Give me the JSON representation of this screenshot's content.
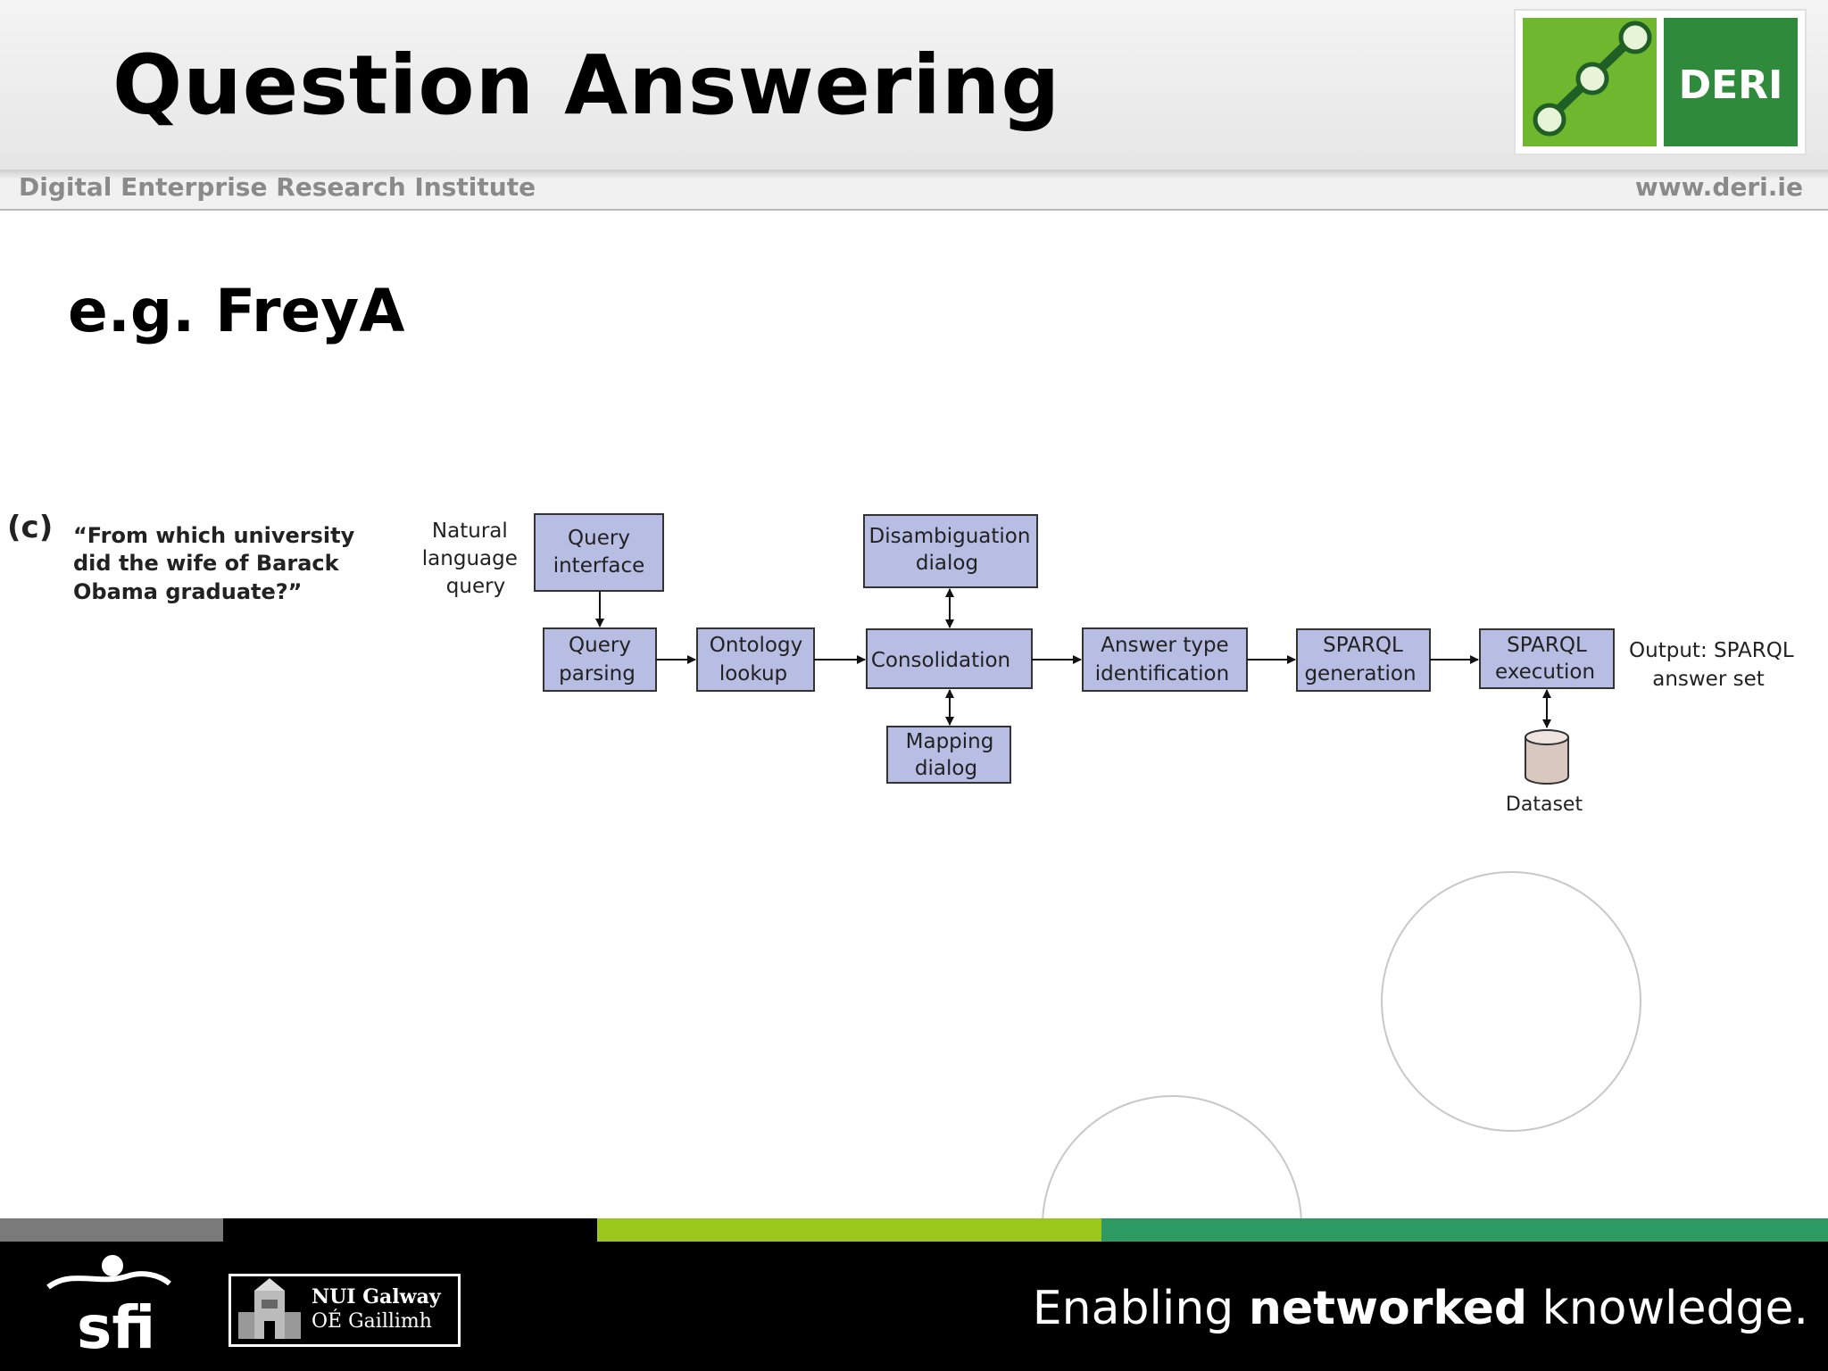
{
  "header": {
    "title": "Question Answering",
    "institute": "Digital Enterprise Research Institute",
    "url": "www.deri.ie",
    "logo_text": "DERI"
  },
  "slide": {
    "heading": "e.g. FreyA"
  },
  "diagram": {
    "label": "(c)",
    "question": [
      "“From which university",
      "did the wife of Barack",
      "Obama graduate?”"
    ],
    "input_label": [
      "Natural",
      "language",
      "query"
    ],
    "nodes": [
      {
        "id": "query-interface",
        "lines": [
          "Query",
          "interface"
        ]
      },
      {
        "id": "query-parsing",
        "lines": [
          "Query",
          "parsing"
        ]
      },
      {
        "id": "ontology-lookup",
        "lines": [
          "Ontology",
          "lookup"
        ]
      },
      {
        "id": "consolidation",
        "lines": [
          "Consolidation"
        ]
      },
      {
        "id": "disambiguation-dialog",
        "lines": [
          "Disambiguation",
          "dialog"
        ]
      },
      {
        "id": "mapping-dialog",
        "lines": [
          "Mapping",
          "dialog"
        ]
      },
      {
        "id": "answer-type-identification",
        "lines": [
          "Answer type",
          "identification"
        ]
      },
      {
        "id": "sparql-generation",
        "lines": [
          "SPARQL",
          "generation"
        ]
      },
      {
        "id": "sparql-execution",
        "lines": [
          "SPARQL",
          "execution"
        ]
      }
    ],
    "output_label": [
      "Output: SPARQL",
      "answer set"
    ],
    "dataset_label": "Dataset"
  },
  "footer": {
    "nui_line1": "NUI Galway",
    "nui_line2": "OÉ Gaillimh",
    "tagline_pre": "Enabling ",
    "tagline_bold": "networked",
    "tagline_post": " knowledge."
  },
  "colors": {
    "box_fill": "#b7bde3",
    "green_light": "#9bc71a",
    "green_dark": "#2e9a63",
    "grey": "#7a7a7a"
  }
}
